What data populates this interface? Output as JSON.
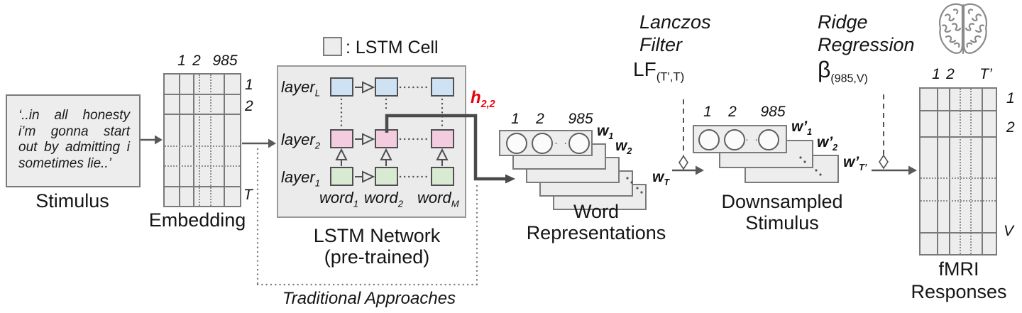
{
  "stimulus": {
    "label": "Stimulus",
    "text_lines": [
      "‘..in all honesty",
      "i’m gonna start",
      "out by admitting i",
      "sometimes lie..’"
    ]
  },
  "embedding": {
    "label": "Embedding",
    "col_headers": [
      "1",
      "2",
      "985"
    ],
    "row_labels": [
      "1",
      "2",
      "T"
    ]
  },
  "lstm": {
    "legend_label": ": LSTM Cell",
    "label_line1": "LSTM Network",
    "label_line2": "(pre-trained)",
    "layers": [
      {
        "main": "layer",
        "sub": "L"
      },
      {
        "main": "layer",
        "sub": "2"
      },
      {
        "main": "layer",
        "sub": "1"
      }
    ],
    "words": [
      {
        "main": "word",
        "sub": "1"
      },
      {
        "main": "word",
        "sub": "2"
      },
      {
        "main": "word",
        "sub": "M"
      }
    ],
    "hidden_state": {
      "main": "h",
      "sub": "2,2"
    }
  },
  "traditional": {
    "label": "Traditional Approaches"
  },
  "word_repr": {
    "label_line1": "Word",
    "label_line2": "Representations",
    "col_headers": [
      "1",
      "2",
      "985"
    ],
    "ellipsis": "· ·",
    "row_labels": [
      {
        "main": "w",
        "sub": "1"
      },
      {
        "main": "w",
        "sub": "2"
      },
      {
        "main": "w",
        "sub": "T"
      }
    ]
  },
  "lanczos": {
    "line1": "Lanczos",
    "line2": "Filter",
    "symbol": {
      "main": "LF",
      "sub": "(T',T)"
    }
  },
  "downsampled": {
    "label_line1": "Downsampled",
    "label_line2": "Stimulus",
    "col_headers": [
      "1",
      "2",
      "985"
    ],
    "ellipsis": "· ·",
    "row_labels": [
      {
        "main": "w’",
        "sub": "1"
      },
      {
        "main": "w’",
        "sub": "2"
      },
      {
        "main": "w’",
        "sub": "T’"
      }
    ]
  },
  "ridge": {
    "line1": "Ridge",
    "line2": "Regression",
    "symbol": {
      "main": "β",
      "sub": "(985,V)"
    }
  },
  "fmri": {
    "label_line1": "fMRI",
    "label_line2": "Responses",
    "col_headers": [
      "1",
      "2",
      "T’"
    ],
    "row_labels": [
      "1",
      "2",
      "V"
    ]
  },
  "colors": {
    "box_fill": "#ededed",
    "box_border": "#7a7a7a",
    "lstm_layer_L_cell": "#cfe2f3",
    "lstm_layer_2_cell": "#f3cce0",
    "lstm_layer_1_cell": "#d9ead3",
    "hidden_state_red": "#e8000d",
    "connector_gray": "#595959"
  }
}
